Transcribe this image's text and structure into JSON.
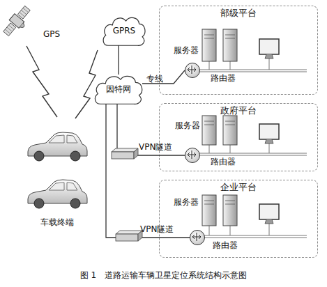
{
  "diagram": {
    "caption": "图 1　道路运输车辆卫星定位系统结构示意图",
    "nodes": [
      {
        "text": [
          "GPRS"
        ]
      },
      {
        "text": [
          "因特网"
        ]
      },
      {
        "text": [
          "部级平台"
        ]
      },
      {
        "text": [
          "服务器"
        ],
        "in": 2
      },
      {
        "text": [
          "路由器"
        ],
        "in": 2
      },
      {
        "text": [
          "政府平台"
        ]
      },
      {
        "text": [
          "服务器"
        ],
        "in": 5
      },
      {
        "text": [
          "路由器"
        ],
        "in": 5
      },
      {
        "text": [
          "企业平台"
        ]
      },
      {
        "text": [
          "服务器"
        ],
        "in": 8
      },
      {
        "text": [
          "路由器"
        ],
        "in": 8
      }
    ],
    "edges": [
      {
        "from": 0,
        "to": 1,
        "arrow": "none"
      },
      {
        "from": 1,
        "to": 4,
        "arrow": "none",
        "label": "专线"
      },
      {
        "from": 1,
        "to": 7,
        "arrow": "none",
        "label": "VPN隧道"
      },
      {
        "from": 1,
        "to": 10,
        "arrow": "none",
        "label": "VPN隧道"
      }
    ],
    "labels": [
      "GPS",
      "车载终端"
    ]
  }
}
